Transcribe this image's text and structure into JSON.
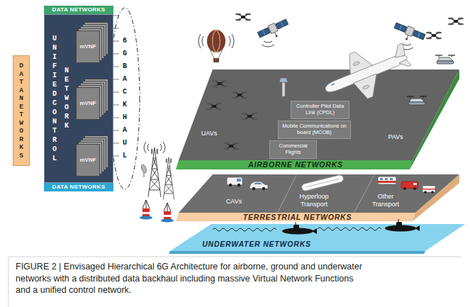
{
  "diagram": {
    "caption": "FIGURE 2 | Envisaged Hierarchical 6G Architecture for airborne, ground and underwater networks with a distributed data backhaul including massive Virtual Network Functions and a unified control network.",
    "nodes": [
      {
        "text": [
          "DATA NETWORKS"
        ]
      },
      {
        "text": [
          "DATA NETWORKS"
        ]
      },
      {
        "text": [
          "UNIFIED CONTROL",
          "NETWORK"
        ]
      },
      {
        "text": [
          "mVNF"
        ],
        "in": 2
      },
      {
        "text": [
          "mVNF"
        ],
        "in": 2
      },
      {
        "text": [
          "mVNF"
        ],
        "in": 2
      },
      {
        "text": [
          "DATA NETWORKS"
        ]
      },
      {
        "text": [
          "6G BACKHAUL"
        ]
      },
      {
        "text": [
          "AIRBORNE NETWORKS"
        ]
      },
      {
        "text": [
          "Controller Pilot Data Link (CPDL)"
        ],
        "in": 8
      },
      {
        "text": [
          "Mobile Communications on board (MCOB)"
        ],
        "in": 8
      },
      {
        "text": [
          "Commercial Flights"
        ],
        "in": 8
      },
      {
        "text": [
          "TERRESTRIAL NETWORKS"
        ]
      },
      {
        "text": [
          "UNDERWATER NETWORKS"
        ]
      }
    ],
    "labels": [
      "UAVs",
      "PAVs",
      "CAVs",
      "Hyperloop Transport",
      "Other Transport"
    ]
  }
}
